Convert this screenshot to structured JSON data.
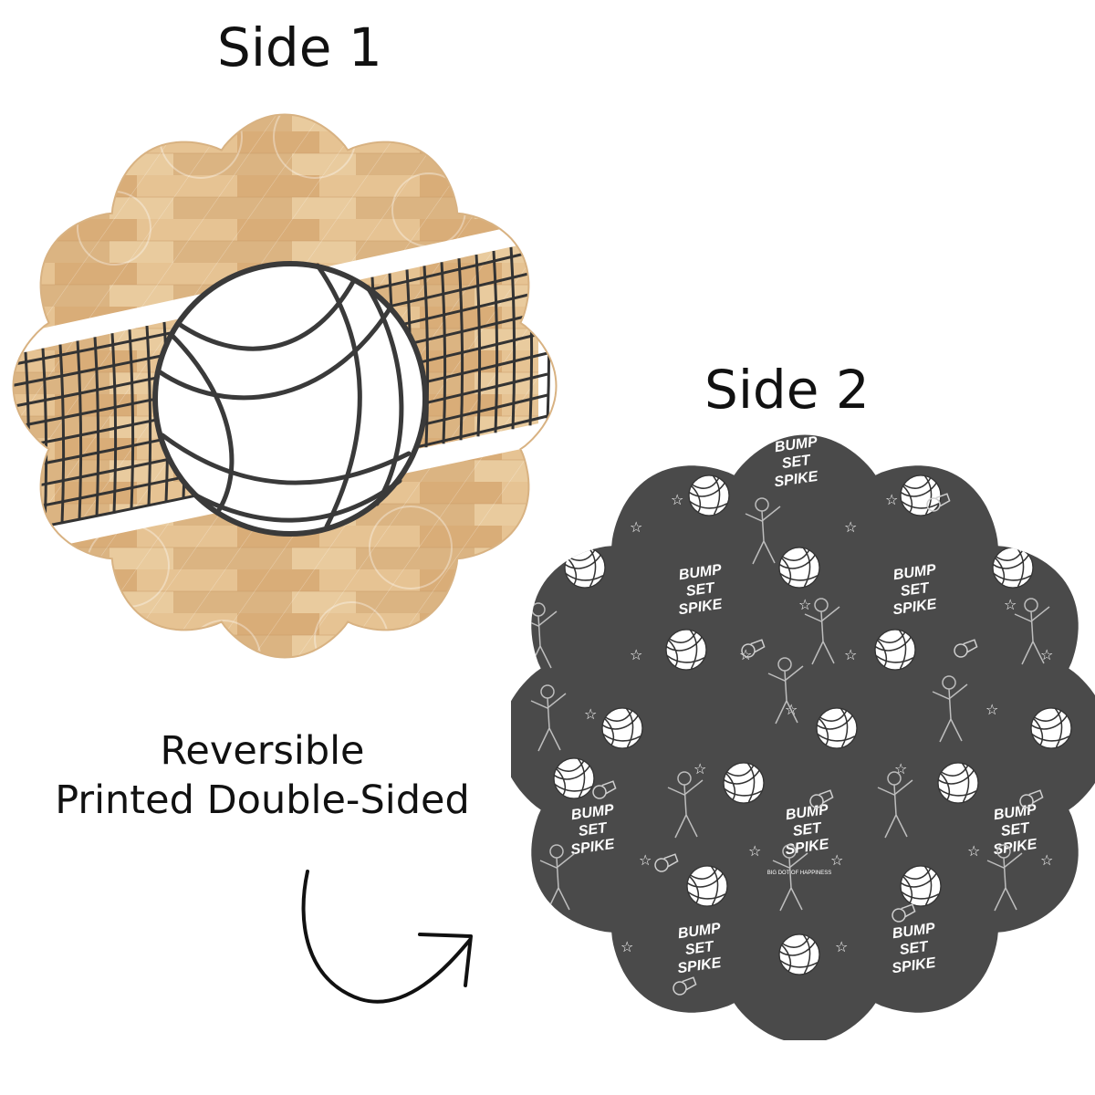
{
  "side1": {
    "label": "Side 1"
  },
  "side2": {
    "label": "Side 2",
    "pattern_texts": [
      "BUMP",
      "SET",
      "SPIKE"
    ],
    "maker_text": "BIG DOT OF HAPPINESS"
  },
  "caption": {
    "line1": "Reversible",
    "line2": "Printed Double-Sided"
  },
  "colors": {
    "wood": "#e2bd8c",
    "wood_dark": "#cfa06b",
    "dark_gray": "#4a4a4a",
    "ball_outline": "#3a3a3a"
  },
  "icons": [
    "volleyball-icon",
    "net-icon",
    "curved-arrow-icon",
    "whistle-icon",
    "star-icon",
    "player-icon"
  ]
}
